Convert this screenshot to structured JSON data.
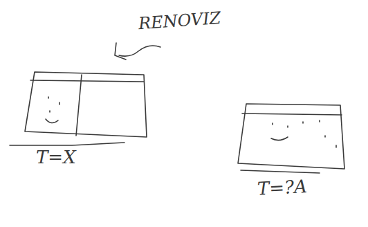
{
  "diagram": {
    "labels": [
      "RENOVIZ",
      "T=X",
      "T=?A"
    ]
  }
}
